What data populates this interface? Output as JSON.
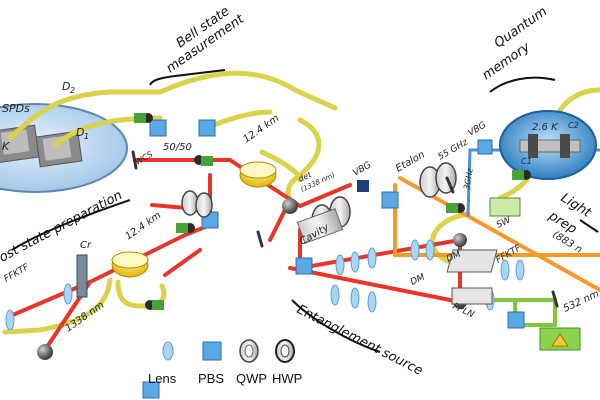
{
  "labels": {
    "bell_state_measurement": [
      "Bell state",
      "measurement"
    ],
    "quantum_memory": [
      "Quantum",
      "memory"
    ],
    "host_state_preparation": "ost state preparation",
    "entanglement_source": "Entanglement source",
    "light_preparation": [
      "Light",
      "prep",
      "(883 n"
    ],
    "snspds": "SPDs",
    "d1": "D",
    "d2": "D",
    "sub1": "1",
    "sub2": "2",
    "bs5050": "50/50",
    "wcs": "WCS",
    "fiber_top": "12.4 km",
    "fiber_mid": "12.4 km",
    "wl_1338": "1338 nm",
    "det_1338": [
      "det",
      "(1338 nm)"
    ],
    "vbg_left": "VBG",
    "vbg_right": "VBG",
    "cavity": "Cavity",
    "etalon": "Etalon",
    "filter_55": "55 GHz",
    "filter_vertical": "3GHz",
    "fbktf_left": "FFKTF",
    "fbktf_right": "FFKTF",
    "ppln": "PPLN",
    "dm_left": "DM",
    "dm_right": "DM",
    "sw": "SW",
    "cr": "Cr",
    "temp": "2.6 K",
    "c1": "C1",
    "c2": "C2",
    "wl_532": "532 nm",
    "k_left": "K"
  },
  "legend": [
    {
      "name": "lens",
      "label": "Lens"
    },
    {
      "name": "pbs",
      "label": "PBS"
    },
    {
      "name": "qwp",
      "label": "QWP"
    },
    {
      "name": "hwp",
      "label": "HWP"
    }
  ],
  "colors": {
    "beam_red": "#e8342b",
    "fiber_yellow": "#d9d24a",
    "beam_orange": "#f39a2b",
    "beam_green": "#7ec63e",
    "beam_blue": "#4a90d9",
    "pbs_blue": "#5aa9e6",
    "lens_blue": "#a9d4f2",
    "memory_blue": "#2f7fc1"
  }
}
